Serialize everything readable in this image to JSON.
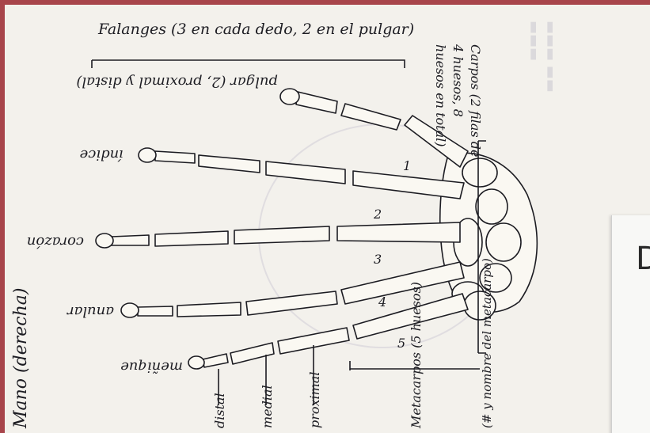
{
  "title": "Mano (derecha)",
  "phalanges_heading": "Falanges (3 en cada dedo, 2 en el pulgar)",
  "carpals_label": "Carpos (2 filas de 4 huesos, 8 huesos en total)",
  "metacarpals_label": "Metacarpos (5 huesos)",
  "metacarpals_note": "(# y nombre del metacarpo)",
  "fingers": {
    "thumb": "pulgar (2, proximal y distal)",
    "index": "índice",
    "middle": "corazón",
    "ring": "anular",
    "little": "meñique"
  },
  "phalanx_levels": [
    "distal",
    "medial",
    "proximal"
  ],
  "metacarpal_numbers": [
    "1",
    "2",
    "3",
    "4",
    "5"
  ],
  "next_page_letter": "D",
  "colors": {
    "border": "#a8454b",
    "paper": "#f3f1ec",
    "ink": "#1c1c22",
    "bone": "#faf8f2"
  }
}
